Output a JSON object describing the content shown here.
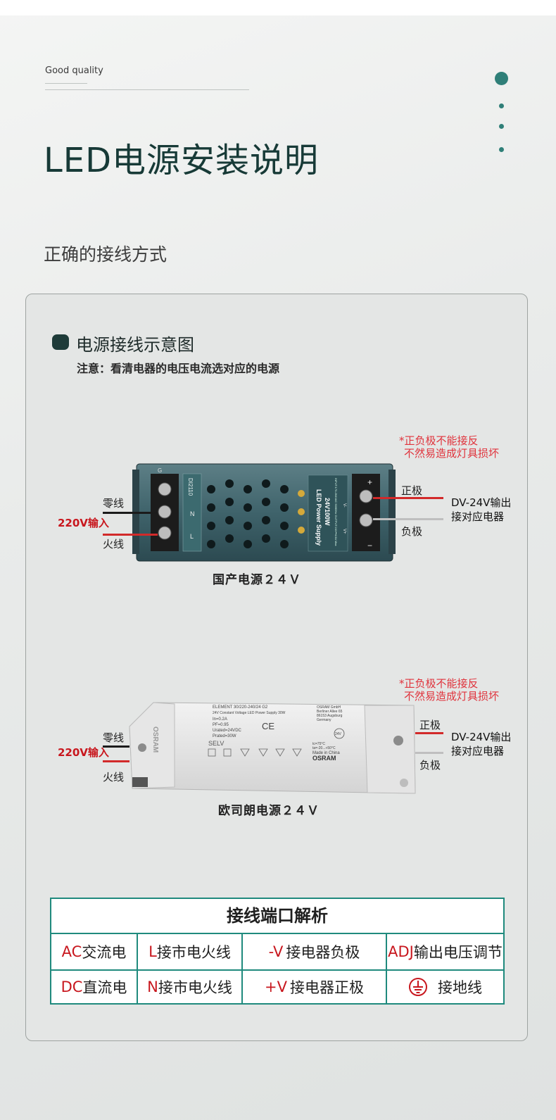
{
  "header": {
    "tagline": "Good quality",
    "title": "LED电源安装说明",
    "subtitle": "正确的接线方式"
  },
  "section": {
    "title": "电源接线示意图",
    "note": "注意：看清电器的电压电流选对应的电源"
  },
  "diagram1": {
    "warning_line1": "*正负极不能接反",
    "warning_line2": "不然易造成灯具损坏",
    "neutral_label": "零线",
    "input_label": "220V输入",
    "live_label": "火线",
    "positive_label": "正极",
    "negative_label": "负极",
    "output_line1": "DV-24V输出",
    "output_line2": "接对应电器",
    "caption": "国产电源２４Ｖ",
    "device_text": {
      "model": "LED Power Supply",
      "rating": "24V100W",
      "spec": "INPUT:170-264VAC 50/60Hz  OUTPUT:24V⎓4.5A Max",
      "code": "DI2110",
      "terminal_g": "G",
      "terminal_n": "N",
      "terminal_l": "L",
      "terminal_plus": "+",
      "terminal_minus": "−",
      "terminal_v_minus": "V-",
      "terminal_v_plus": "V+"
    }
  },
  "diagram2": {
    "warning_line1": "*正负极不能接反",
    "warning_line2": "不然易造成灯具损坏",
    "neutral_label": "零线",
    "input_label": "220V输入",
    "live_label": "火线",
    "positive_label": "正极",
    "negative_label": "负极",
    "output_line1": "DV-24V输出",
    "output_line2": "接对应电器",
    "caption": "欧司朗电源２４Ｖ",
    "device_text": {
      "model": "ELEMENT 30/220-240/24 G2",
      "desc": "24V Constant Voltage LED Power Supply 30W",
      "in": "In=0.2A",
      "pf": "PF=0.95",
      "urated": "Urated=24VDC",
      "prated": "Prated=30W",
      "selv": "SELV",
      "maker": "OSRAM GmbH",
      "addr1": "Berliner Allee 65",
      "addr2": "86153 Augsburg",
      "country": "Germany",
      "tc": "tc=75°C",
      "ta": "ta=-20...+50°C",
      "made": "Made in China",
      "brand": "OSRAM",
      "side_brand": "OSRAM",
      "voltage_badge": "24V",
      "ce": "CE"
    }
  },
  "table": {
    "title": "接线端口解析",
    "rows": [
      [
        {
          "key": "AC",
          "text": "交流电"
        },
        {
          "key": "L",
          "text": "接市电火线"
        },
        {
          "key": "-V",
          "text": "接电器负极"
        },
        {
          "key": "ADJ",
          "text": "输出电压调节"
        }
      ],
      [
        {
          "key": "DC",
          "text": "直流电"
        },
        {
          "key": "N",
          "text": "接市电火线"
        },
        {
          "key": "+V",
          "text": "接电器正极"
        },
        {
          "key": "",
          "text": "接地线"
        }
      ]
    ]
  },
  "colors": {
    "accent": "#2f7f78",
    "table_border": "#1f8a7d",
    "warning": "#e0333c",
    "red_key": "#c8171e",
    "title": "#173a37"
  },
  "icons": {
    "ground": "ground-icon"
  }
}
